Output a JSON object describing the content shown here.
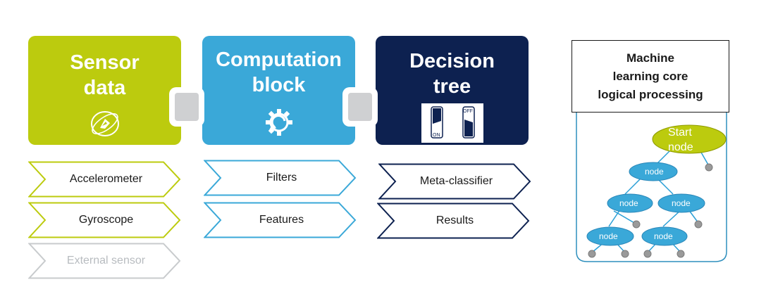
{
  "blocks": {
    "sensor": {
      "title_line1": "Sensor",
      "title_line2": "data",
      "icon": "sensor-gyro-icon",
      "color": "#bccb0e"
    },
    "computation": {
      "title_line1": "Computation",
      "title_line2": "block",
      "icon": "gear-refresh-icon",
      "color": "#3aa8d8"
    },
    "decision": {
      "title_line1": "Decision",
      "title_line2": "tree",
      "icon": "switch-icon",
      "color": "#0d2150",
      "switch_on": "ON",
      "switch_off": "OFF"
    }
  },
  "sensor_items": [
    {
      "label": "Accelerometer"
    },
    {
      "label": "Gyroscope"
    },
    {
      "label": "External sensor"
    }
  ],
  "computation_items": [
    {
      "label": "Filters"
    },
    {
      "label": "Features"
    }
  ],
  "decision_items": [
    {
      "label": "Meta-classifier"
    },
    {
      "label": "Results"
    }
  ],
  "mlc": {
    "title_line1": "Machine",
    "title_line2": "learning core",
    "title_line3": "logical processing",
    "start_line1": "Start",
    "start_line2": "node",
    "node_label": "node"
  }
}
